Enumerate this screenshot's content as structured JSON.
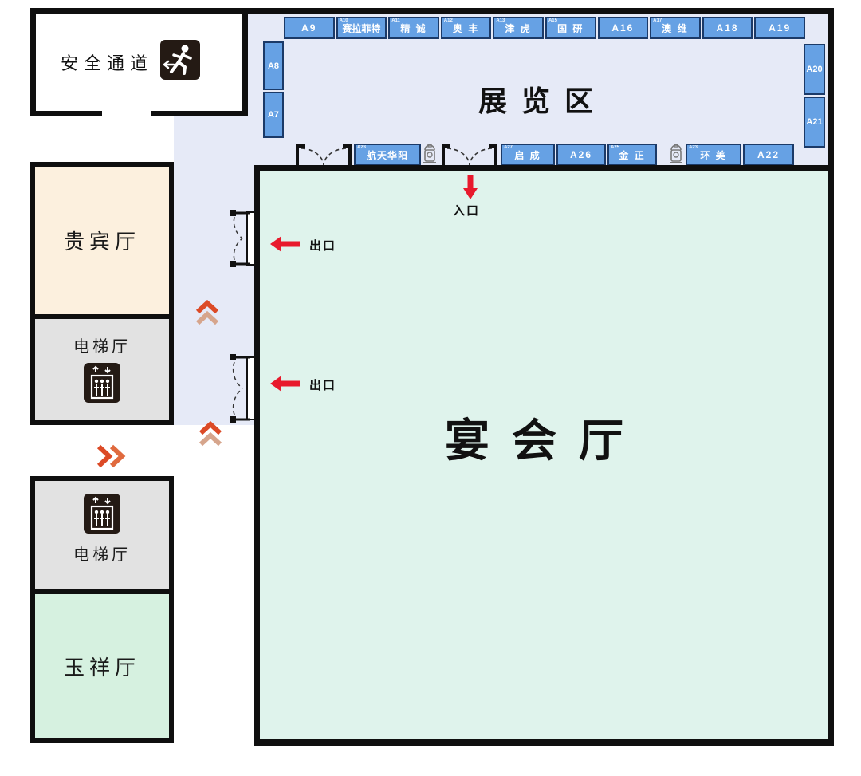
{
  "colors": {
    "booth_fill": "#66a1e4",
    "booth_border": "#1b3a68",
    "exhibition_bg": "#e6eaf7",
    "banquet_bg": "#dff3ec",
    "vip_bg": "#fcf0de",
    "elevator_bg": "#e2e2e2",
    "yuxiang_bg": "#d6f1e0",
    "wall": "#0f0f0f",
    "arrow_red": "#e8192c",
    "chevron_orange": "#dc4a26",
    "chevron_faded": "#d6a58c"
  },
  "icons": {
    "exit_run": "emergency-exit-icon",
    "elevator": "elevator-icon",
    "hydrant": "fire-hydrant-icon",
    "door": "double-door-icon"
  },
  "safety_room": {
    "label": "安全通道"
  },
  "exhibition": {
    "title": "展览区",
    "top_booths": [
      {
        "tag": "",
        "label": "A9"
      },
      {
        "tag": "A10",
        "label": "赛拉菲特"
      },
      {
        "tag": "A11",
        "label": "精 诚"
      },
      {
        "tag": "A12",
        "label": "奥 丰"
      },
      {
        "tag": "A13",
        "label": "津 虎"
      },
      {
        "tag": "A15",
        "label": "国 研"
      },
      {
        "tag": "",
        "label": "A16"
      },
      {
        "tag": "A17",
        "label": "澳 维"
      },
      {
        "tag": "",
        "label": "A18"
      },
      {
        "tag": "",
        "label": "A19"
      }
    ],
    "left_booths": [
      {
        "label": "A8"
      },
      {
        "label": "A7"
      }
    ],
    "right_booths": [
      {
        "label": "A20"
      },
      {
        "label": "A21"
      }
    ],
    "row2_booths": [
      {
        "tag": "A28",
        "label": "航天华阳"
      },
      {
        "tag": "A27",
        "label": "启 成"
      },
      {
        "tag": "",
        "label": "A26"
      },
      {
        "tag": "A25",
        "label": "金 正"
      },
      {
        "tag": "A23",
        "label": "环 美"
      },
      {
        "tag": "",
        "label": "A22"
      }
    ]
  },
  "banquet": {
    "title": "宴会厅",
    "entrance_label": "入口",
    "exit_label_1": "出口",
    "exit_label_2": "出口"
  },
  "rooms": {
    "vip": "贵宾厅",
    "elevator_top": "电梯厅",
    "elevator_bottom": "电梯厅",
    "yuxiang": "玉祥厅"
  }
}
